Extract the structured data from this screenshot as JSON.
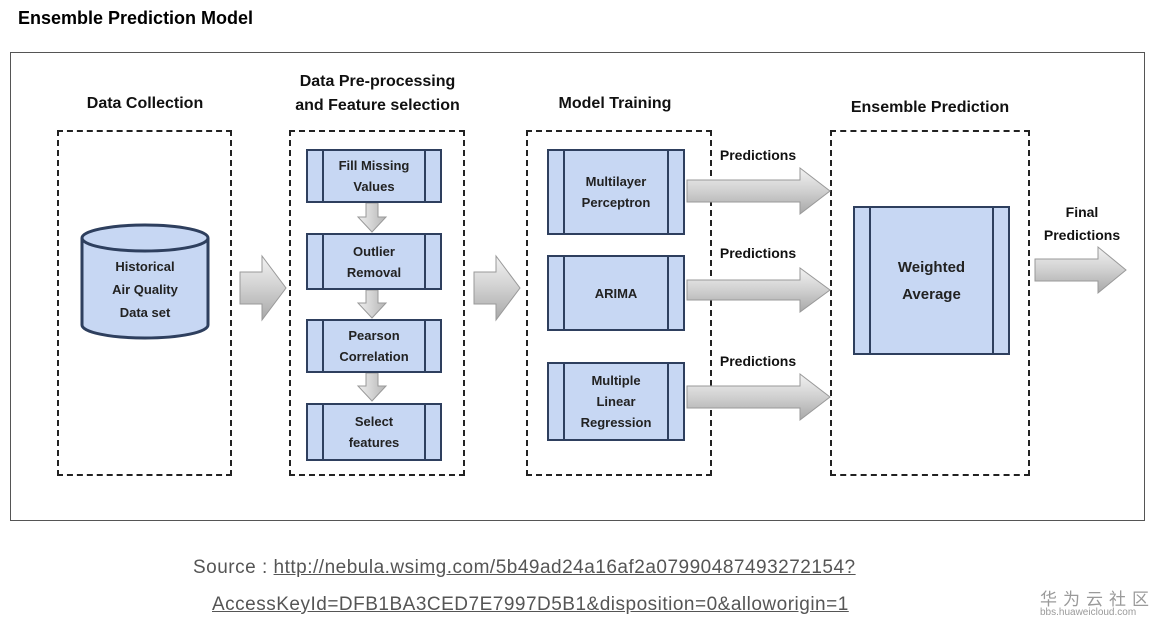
{
  "title": "Ensemble Prediction Model",
  "stages": {
    "collection": {
      "title": "Data Collection",
      "dataset": "Historical\nAir Quality\nData set"
    },
    "preprocessing": {
      "title": "Data Pre-processing\nand Feature selection",
      "steps": [
        "Fill Missing\nValues",
        "Outlier\nRemoval",
        "Pearson\nCorrelation",
        "Select\nfeatures"
      ]
    },
    "training": {
      "title": "Model Training",
      "models": [
        "Multilayer\nPerceptron",
        "ARIMA",
        "Multiple\nLinear\nRegression"
      ]
    },
    "ensemble": {
      "title": "Ensemble Prediction",
      "method": "Weighted\nAverage"
    }
  },
  "arrow_labels": {
    "predictions": [
      "Predictions",
      "Predictions",
      "Predictions"
    ],
    "final": "Final\nPredictions"
  },
  "source": {
    "prefix": "Source : ",
    "link_line1": "http://nebula.wsimg.com/5b49ad24a16af2a07990487493272154?",
    "link_line2": "AccessKeyId=DFB1BA3CED7E7997D5B1&disposition=0&alloworigin=1"
  },
  "watermark": {
    "brand": "华为云社区",
    "url": "bbs.huaweicloud.com"
  },
  "colors": {
    "box_fill": "#c7d7f3",
    "box_border": "#2e3f5e",
    "arrow_fill": "#d9d9d9"
  }
}
